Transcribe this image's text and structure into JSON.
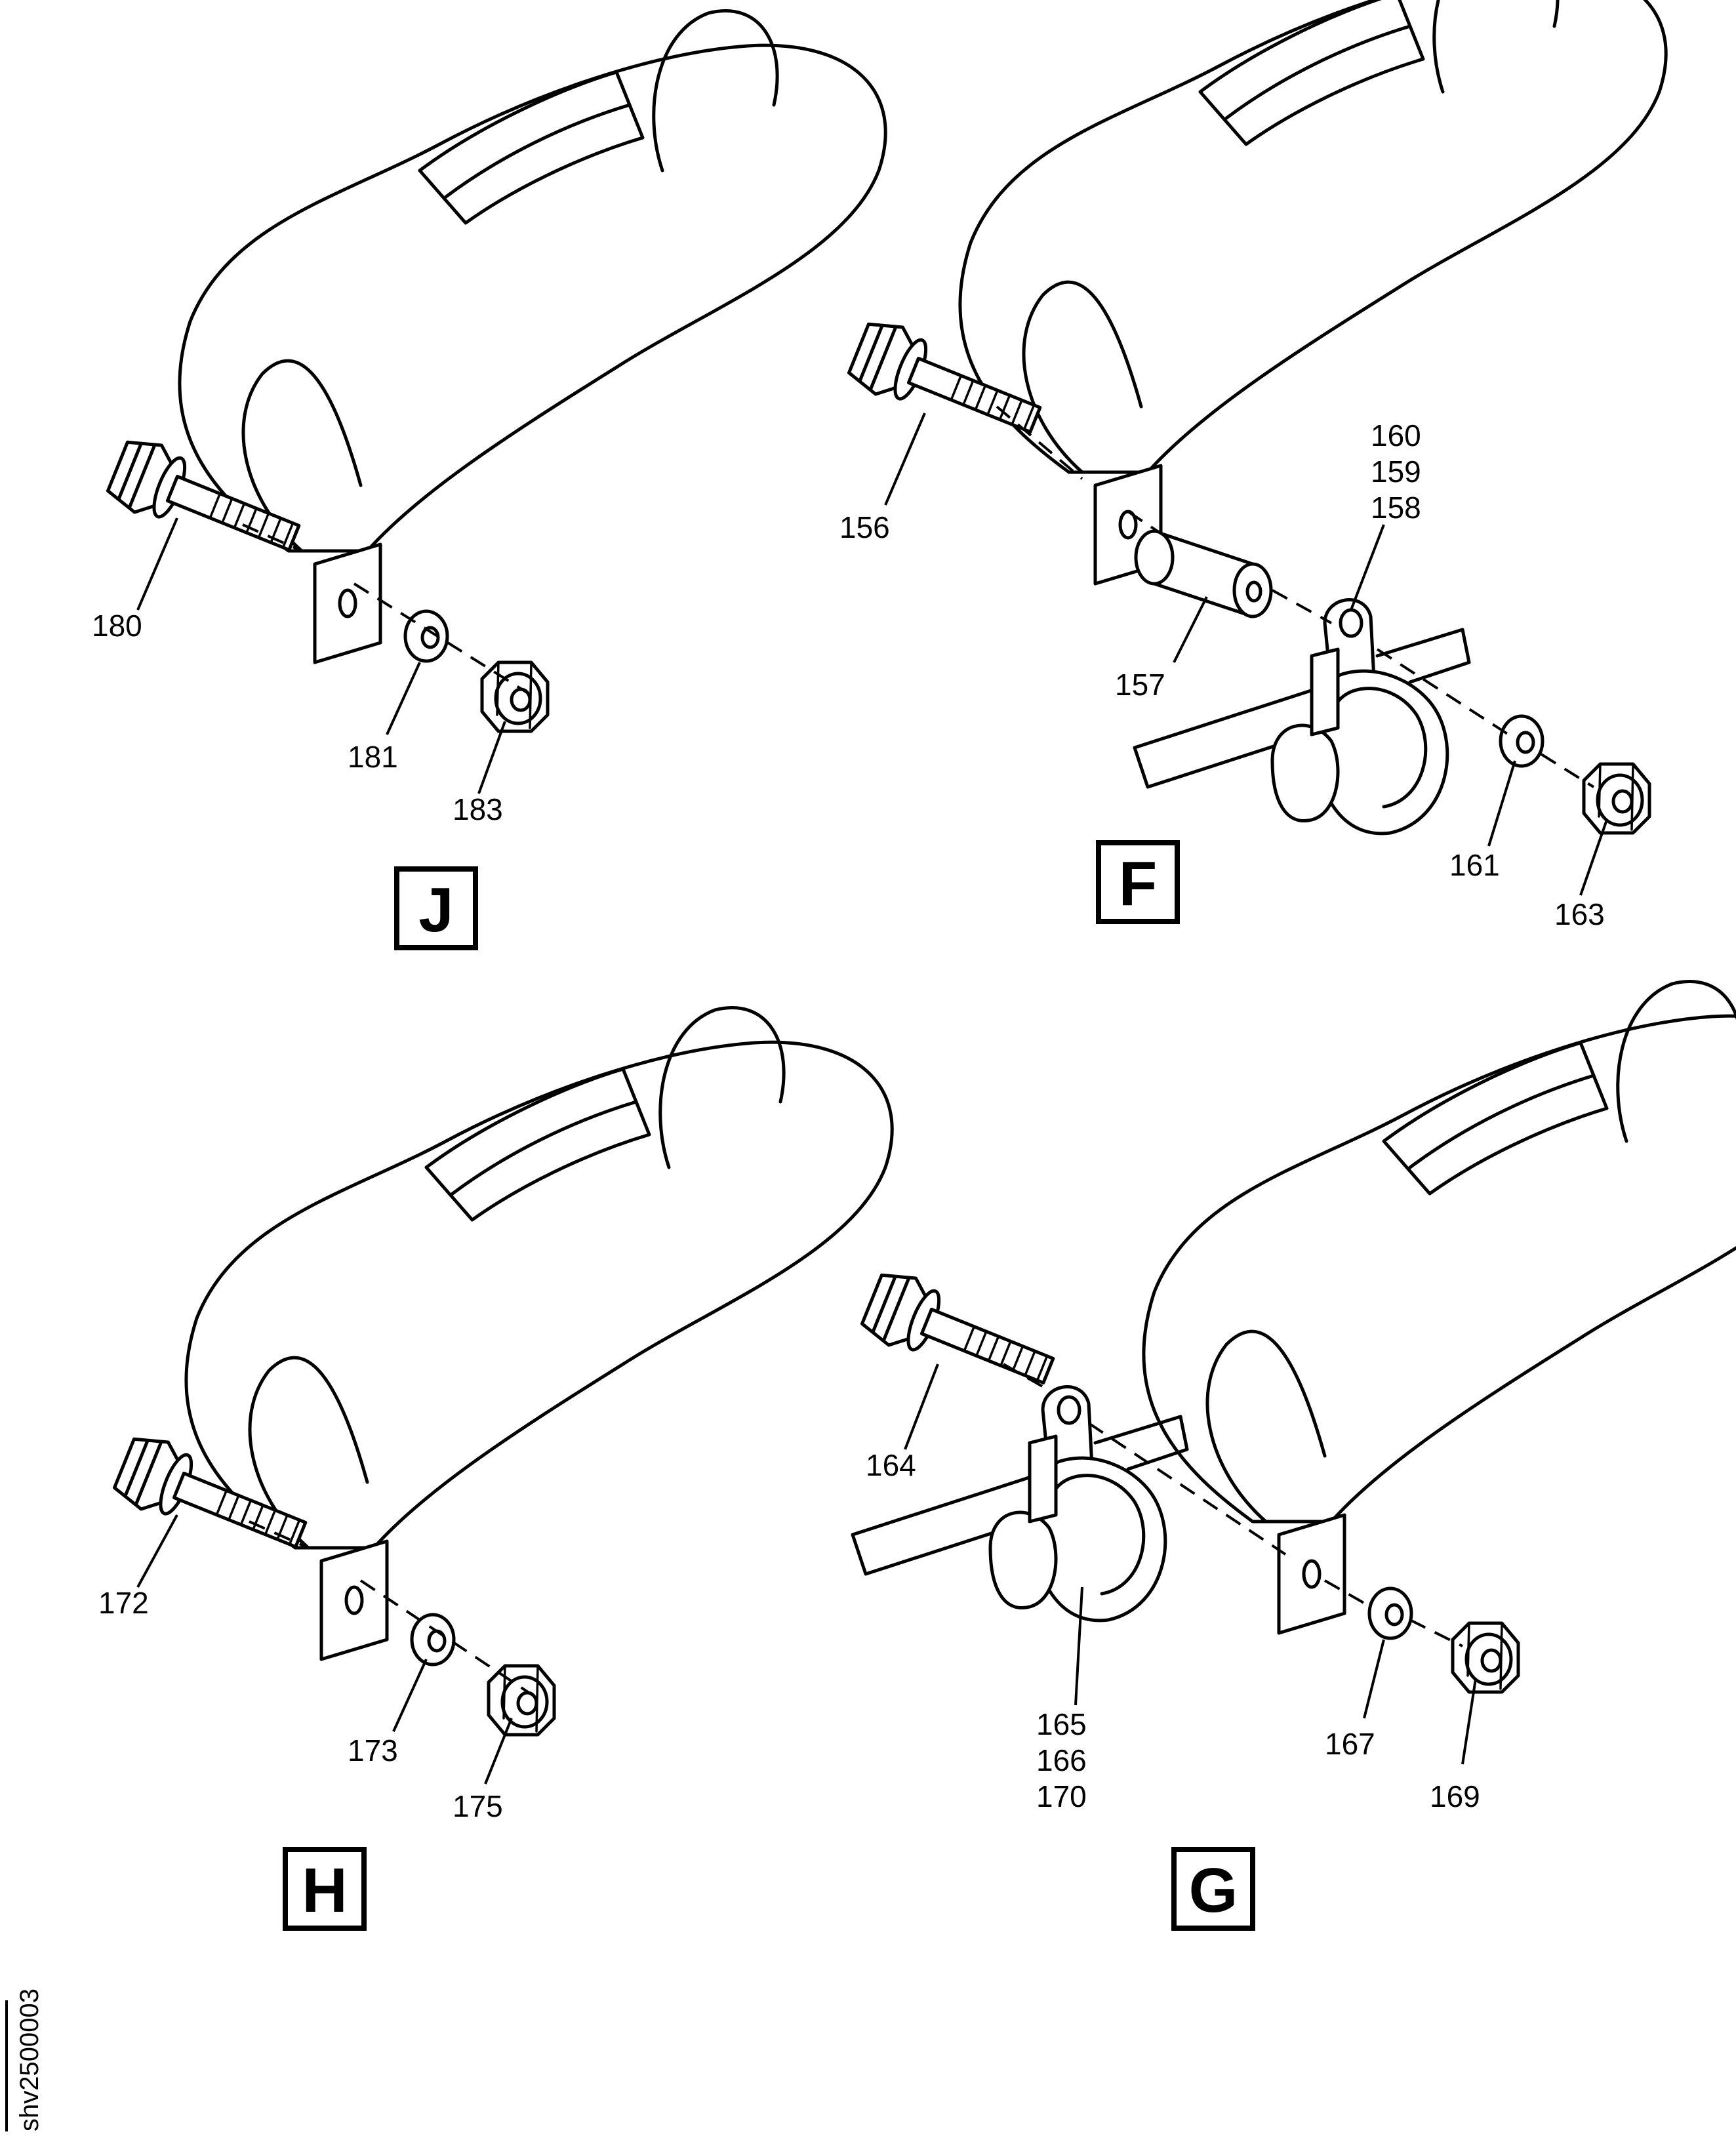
{
  "views": [
    {
      "id": "J",
      "letter": "J",
      "callouts": [
        "180",
        "181",
        "183"
      ]
    },
    {
      "id": "F",
      "letter": "F",
      "callouts": [
        "156",
        "157",
        "160",
        "159",
        "158",
        "161",
        "163"
      ]
    },
    {
      "id": "H",
      "letter": "H",
      "callouts": [
        "172",
        "173",
        "175"
      ]
    },
    {
      "id": "G",
      "letter": "G",
      "callouts": [
        "164",
        "165",
        "166",
        "170",
        "167",
        "169"
      ]
    }
  ],
  "drawing_code": "shv2500003",
  "icons": [
    "muffler",
    "bolt",
    "washer",
    "nut",
    "spacer",
    "bracket-clamp",
    "view-box"
  ]
}
